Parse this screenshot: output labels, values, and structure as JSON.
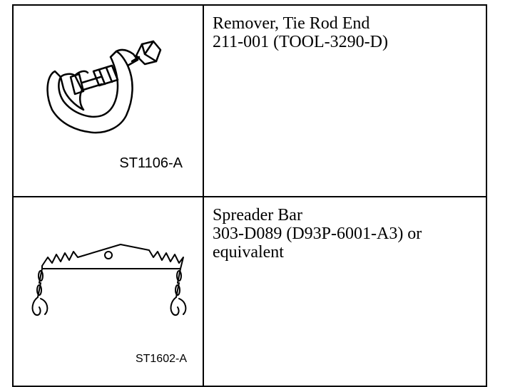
{
  "tools": [
    {
      "figure_id": "ST1106-A",
      "name": "Remover, Tie Rod End",
      "part_number": "211-001 (TOOL-3290-D)",
      "icon": "tie-rod-end-remover-icon"
    },
    {
      "figure_id": "ST1602-A",
      "name": "Spreader Bar",
      "part_number": "303-D089 (D93P-6001-A3) or",
      "extra": "equivalent",
      "icon": "spreader-bar-icon"
    }
  ]
}
